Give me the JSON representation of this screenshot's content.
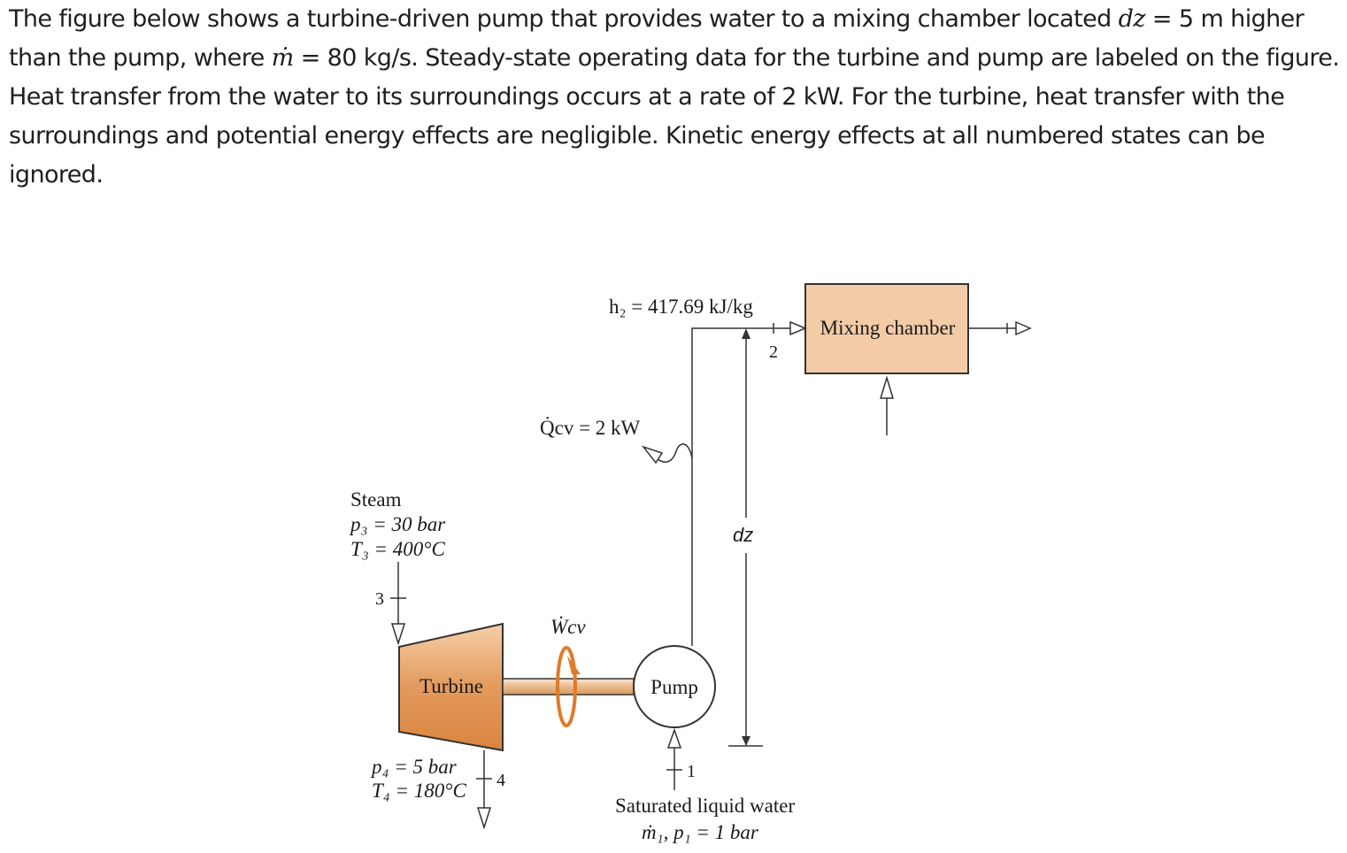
{
  "problem": {
    "intro": "The figure below shows a turbine-driven pump that provides water to a mixing chamber located ",
    "dz_sym": "dz",
    "dz_eq": " =  5 m",
    "mid": " higher than the pump, where ",
    "mdot_sym": "ṁ",
    "mdot_eq": " =  80 kg/s",
    "rest": ". Steady-state operating data for the turbine and pump are labeled on the figure. Heat transfer from the water to its surroundings occurs at a rate of 2 kW. For the turbine, heat transfer with the surroundings and potential energy effects are negligible. Kinetic energy effects at all numbered states can be ignored."
  },
  "diagram": {
    "h2_label": "h₂ = 417.69 kJ/kg",
    "state2": "2",
    "mixing_chamber": "Mixing chamber",
    "qcv_label": "Q̇cv = 2 kW",
    "steam_title": "Steam",
    "p3_label": "p₃ = 30 bar",
    "t3_label": "T₃ = 400°C",
    "state3": "3",
    "dz_label": "dz",
    "wcv_label": "Ẇcv",
    "turbine": "Turbine",
    "pump": "Pump",
    "p4_label": "p₄ = 5 bar",
    "t4_label": "T₄ = 180°C",
    "state4": "4",
    "state1": "1",
    "sat_liquid": "Saturated liquid water",
    "inlet1_label": "ṁ₁, p₁ = 1 bar",
    "colors": {
      "mixing_fill": "#f3cba6",
      "turbine_fill": "#e39a5c",
      "shaft_fill": "#efc9a3",
      "arrow_accent": "#e07a2a"
    }
  }
}
